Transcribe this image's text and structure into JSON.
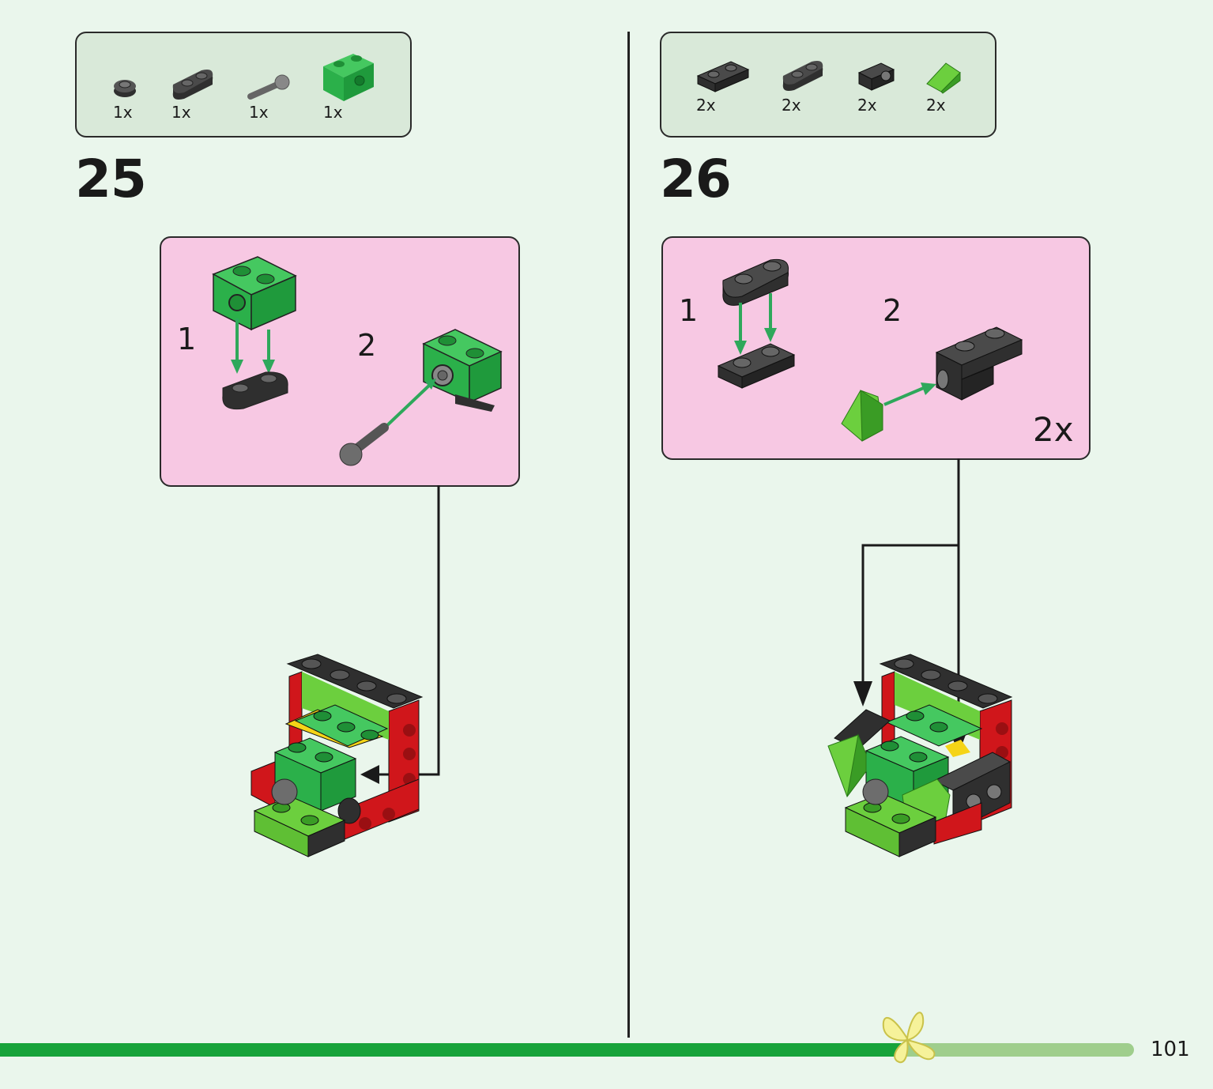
{
  "page": {
    "number": "101",
    "progress_percent": 80
  },
  "steps": [
    {
      "number": "25",
      "parts": [
        {
          "count": "1x",
          "icon": "round-plate-dark-gray-icon"
        },
        {
          "count": "1x",
          "icon": "plate-1x2-rounded-dark-gray-icon"
        },
        {
          "count": "1x",
          "icon": "bar-with-ball-gray-icon"
        },
        {
          "count": "1x",
          "icon": "technic-brick-green-icon"
        }
      ],
      "substeps": [
        {
          "label": "1"
        },
        {
          "label": "2"
        }
      ],
      "multiplier": ""
    },
    {
      "number": "26",
      "parts": [
        {
          "count": "2x",
          "icon": "plate-1x2-dark-gray-icon"
        },
        {
          "count": "2x",
          "icon": "plate-1x2-rounded-dark-gray-icon"
        },
        {
          "count": "2x",
          "icon": "bracket-dark-gray-icon"
        },
        {
          "count": "2x",
          "icon": "slope-green-icon"
        }
      ],
      "substeps": [
        {
          "label": "1"
        },
        {
          "label": "2"
        }
      ],
      "multiplier": "2x"
    }
  ],
  "colors": {
    "background": "#eaf6ec",
    "parts_box": "#d9e9d9",
    "substep_box": "#f7c8e3",
    "brick_green": "#2bb04a",
    "brick_dark": "#2f2f2f",
    "brick_red": "#d0161b",
    "brick_yellow": "#f5d417",
    "lime_green": "#6ccf3e",
    "progress_fill": "#17a33a",
    "progress_track": "#9fce8c",
    "butterfly": "#f6f29a"
  }
}
